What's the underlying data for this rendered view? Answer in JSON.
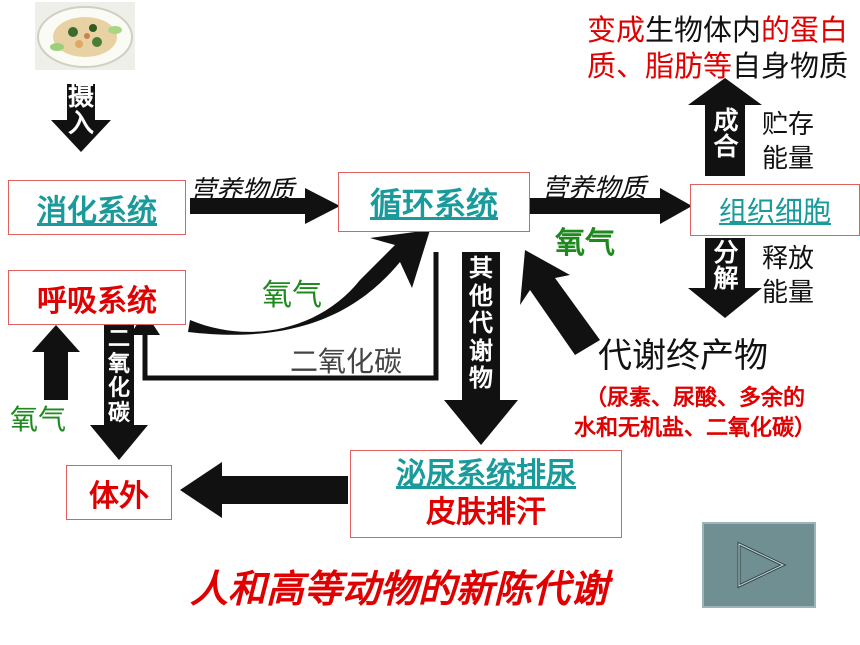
{
  "title": "人和高等动物的新陈代谢",
  "nodes": {
    "digestive": "消化系统",
    "circulatory": "循环系统",
    "respiratory": "呼吸系统",
    "tissue": "组织细胞",
    "outside": "体外",
    "urinary": "泌尿系统排尿",
    "skin": "皮肤排汗"
  },
  "top_note": {
    "part1": "变成",
    "part2": "生物体内",
    "part3": "的蛋白",
    "part4": "质、脂肪等",
    "part5": "自身物质"
  },
  "labels": {
    "intake": [
      "摄",
      "入"
    ],
    "nutrients_1": "营养物质",
    "nutrients_2": "营养物质",
    "oxygen_tissue": "氧气",
    "oxygen_return": "氧气",
    "oxygen_in": "氧气",
    "co2_return": "二氧化碳",
    "co2_out": [
      "二",
      "氧",
      "化",
      "碳"
    ],
    "synthesis": [
      "成",
      "合"
    ],
    "store_energy": [
      "贮存",
      "能量"
    ],
    "decompose": [
      "分",
      "解"
    ],
    "release_energy": [
      "释放",
      "能量"
    ],
    "other_metabolites": [
      "其",
      "他",
      "代",
      "谢",
      "物"
    ],
    "metabolic_end": "代谢终产物",
    "metabolic_detail_1": "（尿素、尿酸、多余的",
    "metabolic_detail_2": "水和无机盐、二氧化碳）"
  },
  "colors": {
    "link_text": "#1a9a9a",
    "red_text": "#e00000",
    "oxygen_text": "#1e8a1e",
    "arrow_fill": "#111111",
    "play_button_bg": "#6f8f92"
  },
  "icons": {
    "food_plate": "food-plate-image",
    "play": "play-icon"
  }
}
